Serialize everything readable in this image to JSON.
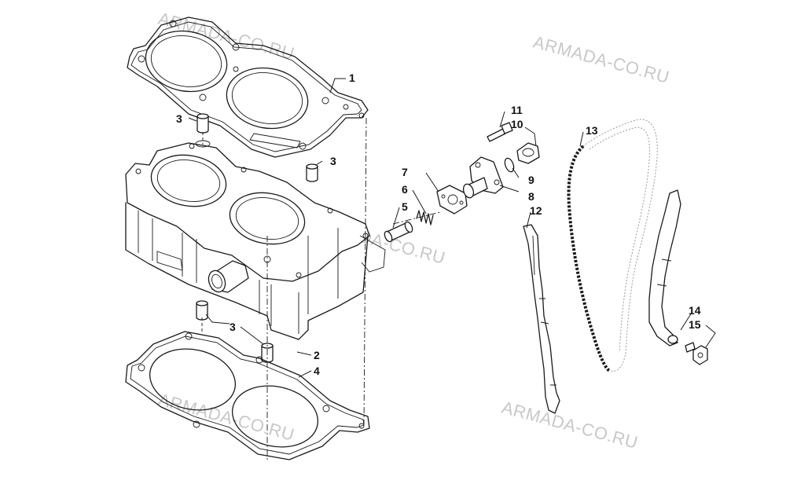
{
  "diagram": {
    "title": "",
    "watermark": "ARMADA-CO.RU",
    "callouts": [
      "1",
      "2",
      "3",
      "3",
      "3",
      "4",
      "5",
      "6",
      "7",
      "8",
      "9",
      "10",
      "11",
      "12",
      "13",
      "14",
      "15"
    ]
  }
}
